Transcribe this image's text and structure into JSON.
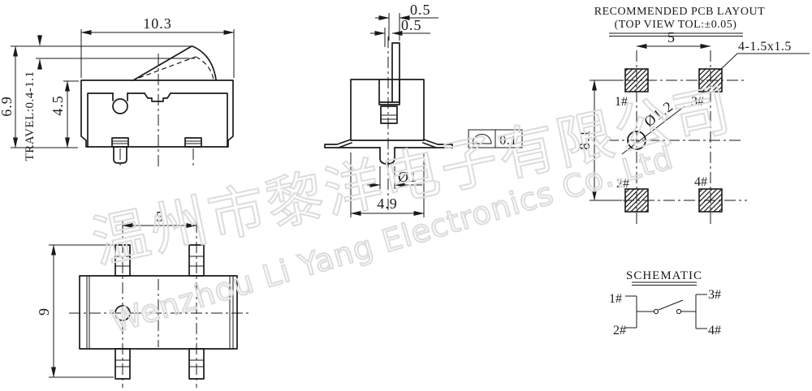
{
  "colors": {
    "line": "#1a1a1a",
    "watermark": "#dcdcdc",
    "background": "#ffffff"
  },
  "front_view": {
    "dim_width": "10.3",
    "dim_total_height": "6.9",
    "dim_travel": "TRAVEL:0.4-1.1",
    "dim_body_height": "4.5"
  },
  "side_view": {
    "dim_lever_width": "0.5",
    "dim_lever_offset": "0.5",
    "dim_coplanarity": "0.1",
    "dim_pin_dia": "Ø1",
    "dim_width": "4.9"
  },
  "pcb_layout": {
    "title": "RECOMMENDED PCB LAYOUT",
    "subtitle": "(TOP VIEW TOL:±0.05)",
    "dim_pad_pitch_x": "5",
    "pad_spec": "4-1.5x1.5",
    "dim_pad_pitch_y": "8.1",
    "dim_hole_dia": "Ø1.2",
    "pad_labels": {
      "p1": "1#",
      "p2": "2#",
      "p3": "3#",
      "p4": "4#"
    }
  },
  "bottom_view": {
    "dim_pin_pitch": "5",
    "dim_height": "9"
  },
  "schematic": {
    "title": "SCHEMATIC",
    "pin_labels": {
      "p1": "1#",
      "p2": "2#",
      "p3": "3#",
      "p4": "4#"
    }
  },
  "watermark": {
    "line1": "温州市黎洋电子有限公司",
    "line2": "Wenzhou Li Yang Electronics Co.,Ltd"
  }
}
